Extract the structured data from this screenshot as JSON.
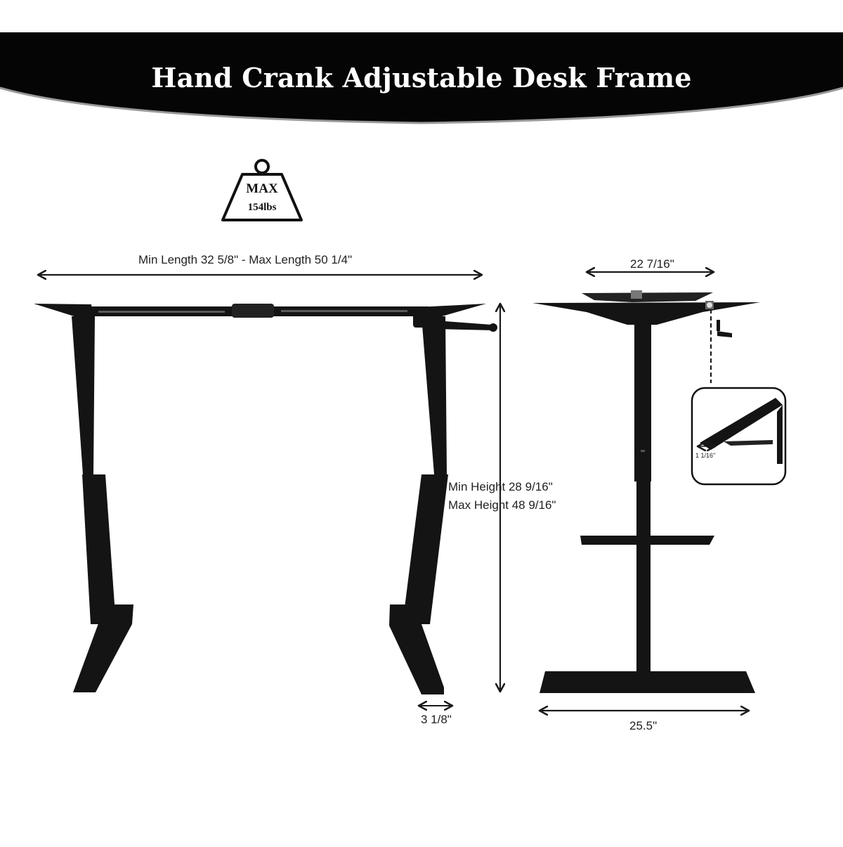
{
  "title": "Hand Crank Adjustable Desk Frame",
  "weight_badge": {
    "line1": "MAX",
    "line2": "154lbs"
  },
  "dimensions": {
    "length": "Min Length 32 5/8\" - Max Length 50 1/4\"",
    "height_min": "Min Height 28 9/16\"",
    "height_max": "Max Height 48 9/16\"",
    "foot_width": "3 1/8\"",
    "top_width": "22 7/16\"",
    "base_depth": "25.5\"",
    "detail_gap": "1 1/16\""
  },
  "colors": {
    "frame": "#141414",
    "banner": "#050505",
    "dimension_line": "#1a1a1a",
    "label": "#222222"
  }
}
